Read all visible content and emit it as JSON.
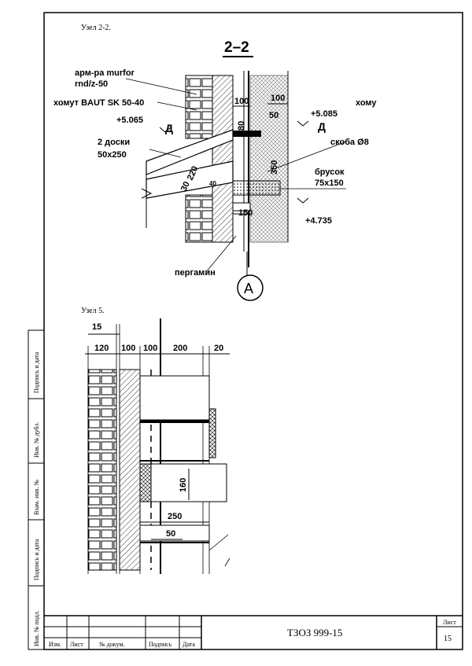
{
  "node1": {
    "caption": "Узел 2-2.",
    "section": "2–2",
    "labels": {
      "armature": "арм-ра murfor",
      "armature2": "rnd/z-50",
      "clamp": "хомут BAUT SK 50-40",
      "clamp_r": "хому",
      "level1": "+5.065",
      "level2": "+5.085",
      "level3": "+4.735",
      "d_left": "Д",
      "d_right": "Д",
      "boards": "2 доски",
      "boards_size": "50х250",
      "bracket": "скоба Ø8",
      "bar": "брусок",
      "bar_size": "75х150",
      "pergamin": "пергамин",
      "axis": "А"
    },
    "dims": {
      "d100a": "100",
      "d100b": "100",
      "d50": "50",
      "d80": "80",
      "d350": "350",
      "d220": "220",
      "d30": "30",
      "d150": "150",
      "d40": "40"
    }
  },
  "node2": {
    "caption": "Узел 5.",
    "dims": {
      "d15": "15",
      "d120": "120",
      "d100a": "100",
      "d100b": "100",
      "d200": "200",
      "d20": "20",
      "d160": "160",
      "d250": "250",
      "d50": "50"
    }
  },
  "side_stamp": [
    "Подпись и дата",
    "Инв. № дубл.",
    "Взам. инв. №",
    "Подпись и дата",
    "Инв. № подл."
  ],
  "title_block": {
    "cols": [
      "Изм.",
      "Лист",
      "№ докум.",
      "Подпись",
      "Дата"
    ],
    "code": "ТЗОЗ 999-15",
    "sheet_label": "Лист",
    "sheet_no": "15"
  }
}
